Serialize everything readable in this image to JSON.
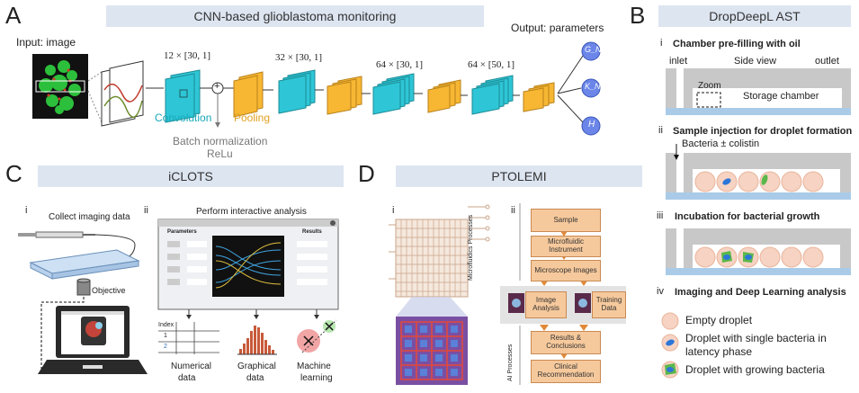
{
  "panel_a": {
    "letter": "A",
    "title": "CNN-based glioblastoma monitoring",
    "input_label": "Input:  image",
    "output_label": "Output:  parameters",
    "dims": [
      "12 × [30, 1]",
      "32 × [30, 1]",
      "64 × [30, 1]",
      "64 × [50, 1]"
    ],
    "convolution_label": "Convolution",
    "pooling_label": "Pooling",
    "batch_norm_label": "Batch  normalization",
    "relu_label": "ReLu",
    "outputs": [
      "G_N",
      "K_N",
      "H"
    ],
    "plus_symbol": "+",
    "colors": {
      "conv": "#2ec6d6",
      "pool": "#f7b733",
      "output_circle": "#6b86e8"
    }
  },
  "panel_b": {
    "letter": "B",
    "title": "DropDeepL AST",
    "steps": [
      {
        "roman": "i",
        "label": "Chamber pre-filling with oil"
      },
      {
        "roman": "ii",
        "label": "Sample injection for droplet formation"
      },
      {
        "roman": "iii",
        "label": "Incubation for bacterial growth"
      },
      {
        "roman": "iv",
        "label": "Imaging and Deep Learning analysis"
      }
    ],
    "inlet": "inlet",
    "side_view": "Side view",
    "outlet": "outlet",
    "zoom": "Zoom",
    "storage": "Storage chamber",
    "bacteria": "Bacteria ± colistin",
    "legend": [
      "Empty droplet",
      "Droplet with single bacteria in",
      "latency phase",
      "Droplet with growing bacteria"
    ]
  },
  "panel_c": {
    "letter": "C",
    "title": "iCLOTS",
    "sub_i": "i",
    "sub_ii": "ii",
    "collect": "Collect imaging data",
    "objective": "Objective",
    "perform": "Perform interactive analysis",
    "parameters": "Parameters",
    "results": "Results",
    "index": "Index",
    "index_vals": [
      "1",
      "2"
    ],
    "outputs": [
      "Numerical",
      "data",
      "Graphical",
      "data",
      "Machine",
      "learning"
    ]
  },
  "panel_d": {
    "letter": "D",
    "title": "PTOLEMI",
    "sub_i": "i",
    "sub_ii": "ii",
    "micro_label": "Microfluidics Processes",
    "ai_label": "AI Processes",
    "boxes": [
      "Sample",
      "Microfluidic Instrument",
      "Microscope Images",
      "Image Analysis",
      "Training Data",
      "Results & Conclusions",
      "Clinical Recommendation"
    ]
  }
}
